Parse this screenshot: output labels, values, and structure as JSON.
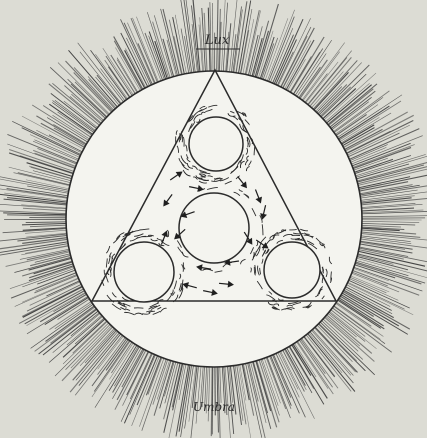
{
  "figure": {
    "inscription_top": "Lux",
    "inscription_bottom": "Umbra"
  },
  "colors": {
    "paper": "#dcdcd4",
    "ink": "#2b2b2b",
    "disc": "#f4f4ef",
    "rays": "#3a3a3a"
  },
  "elements": {
    "outer_disc": "radiant-disc",
    "inner_triangle": "triangle",
    "circles": [
      "top-circle",
      "center-circle",
      "left-circle",
      "right-circle"
    ],
    "flow_marks": "swirling-arrows"
  }
}
